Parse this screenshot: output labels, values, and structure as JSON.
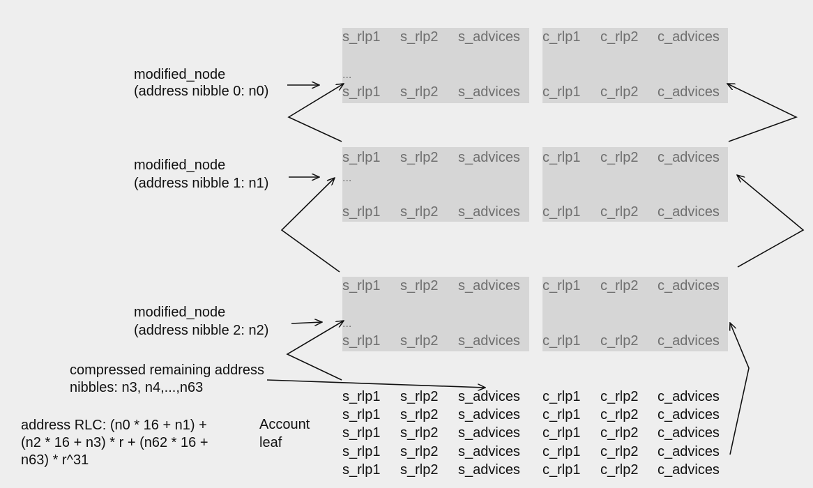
{
  "columns": [
    "s_rlp1",
    "s_rlp2",
    "s_advices",
    "c_rlp1",
    "c_rlp2",
    "c_advices"
  ],
  "ellipsis": "...",
  "nodes": [
    {
      "label_line1": "modified_node",
      "label_line2": "(address nibble 0: n0)"
    },
    {
      "label_line1": "modified_node",
      "label_line2": "(address nibble 1: n1)"
    },
    {
      "label_line1": "modified_node",
      "label_line2": "(address nibble 2: n2)"
    }
  ],
  "compressed": {
    "line1": "compressed remaining address",
    "line2": "nibbles: n3, n4,...,n63"
  },
  "rlc": {
    "line1": "address RLC: (n0 * 16 + n1) +",
    "line2": "(n2 * 16 + n3) * r + (n62 * 16 +",
    "line3": "n63) * r^31"
  },
  "leaf": {
    "line1": "Account",
    "line2": "leaf",
    "row_count": 5
  },
  "colors": {
    "background": "#eeeeee",
    "box": "#d6d6d6",
    "box_text": "#6f6f6f",
    "text": "#111111"
  }
}
